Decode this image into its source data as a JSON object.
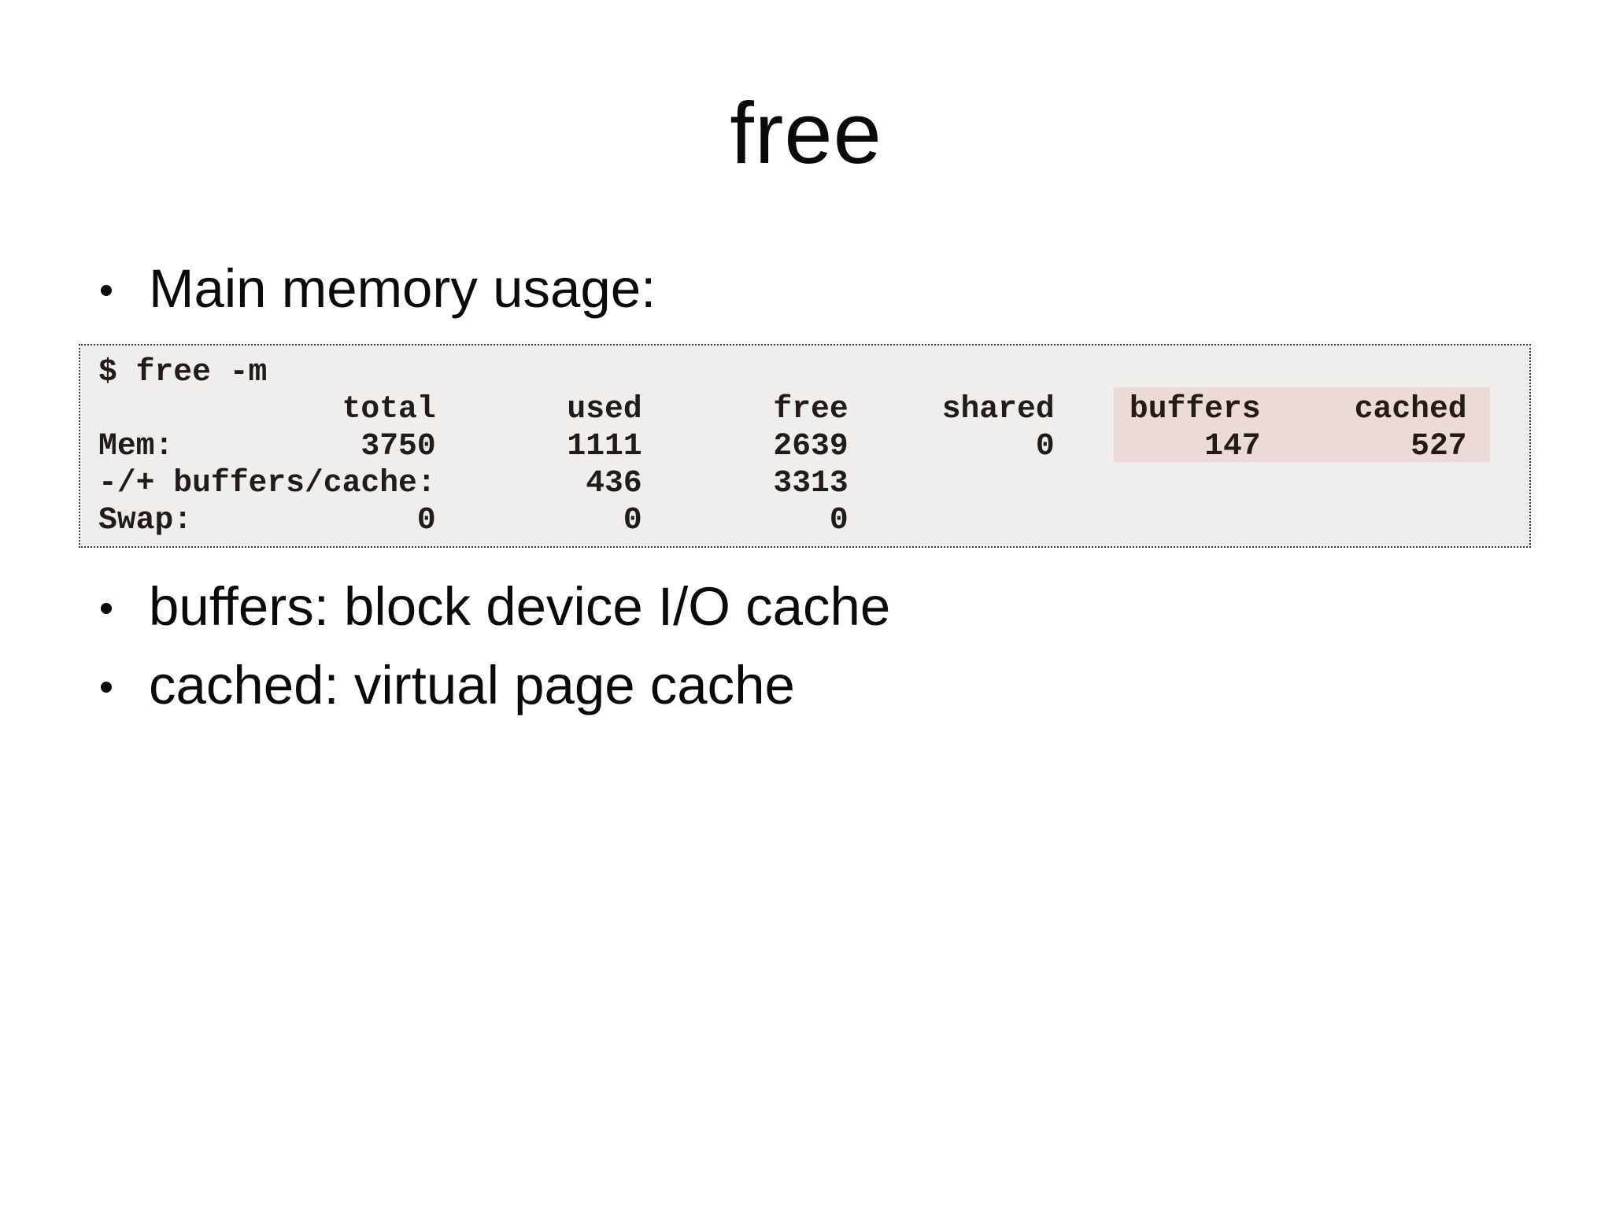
{
  "slide": {
    "title": "free",
    "bullets": [
      {
        "label": "Main memory usage:"
      },
      {
        "label": "buffers: block device I/O cache"
      },
      {
        "label": "cached: virtual page cache"
      }
    ]
  },
  "terminal": {
    "command": "$ free -m",
    "table": {
      "columns": [
        "total",
        "used",
        "free",
        "shared",
        "buffers",
        "cached"
      ],
      "rows": [
        {
          "label": "Mem:",
          "values": [
            "3750",
            "1111",
            "2639",
            "0",
            "147",
            "527"
          ]
        },
        {
          "label": "-/+ buffers/cache:",
          "values": [
            "436",
            "3313"
          ]
        },
        {
          "label": "Swap:",
          "values": [
            "0",
            "0",
            "0"
          ]
        }
      ],
      "highlighted_columns": [
        "buffers",
        "cached"
      ],
      "highlighted_values": [
        "147",
        "527"
      ]
    },
    "display_lines": [
      "$ free -m",
      "             total       used       free     shared    buffers     cached",
      "Mem:          3750       1111       2639          0        147        527",
      "-/+ buffers/cache:        436       3313",
      "Swap:            0          0          0"
    ]
  },
  "colors": {
    "page_background": "#ffffff",
    "text": "#0a0a0a",
    "terminal_background": "#efeeec",
    "terminal_text": "#241a16",
    "terminal_border": "#3a3a3a",
    "highlight_background": "#ecdad8"
  }
}
